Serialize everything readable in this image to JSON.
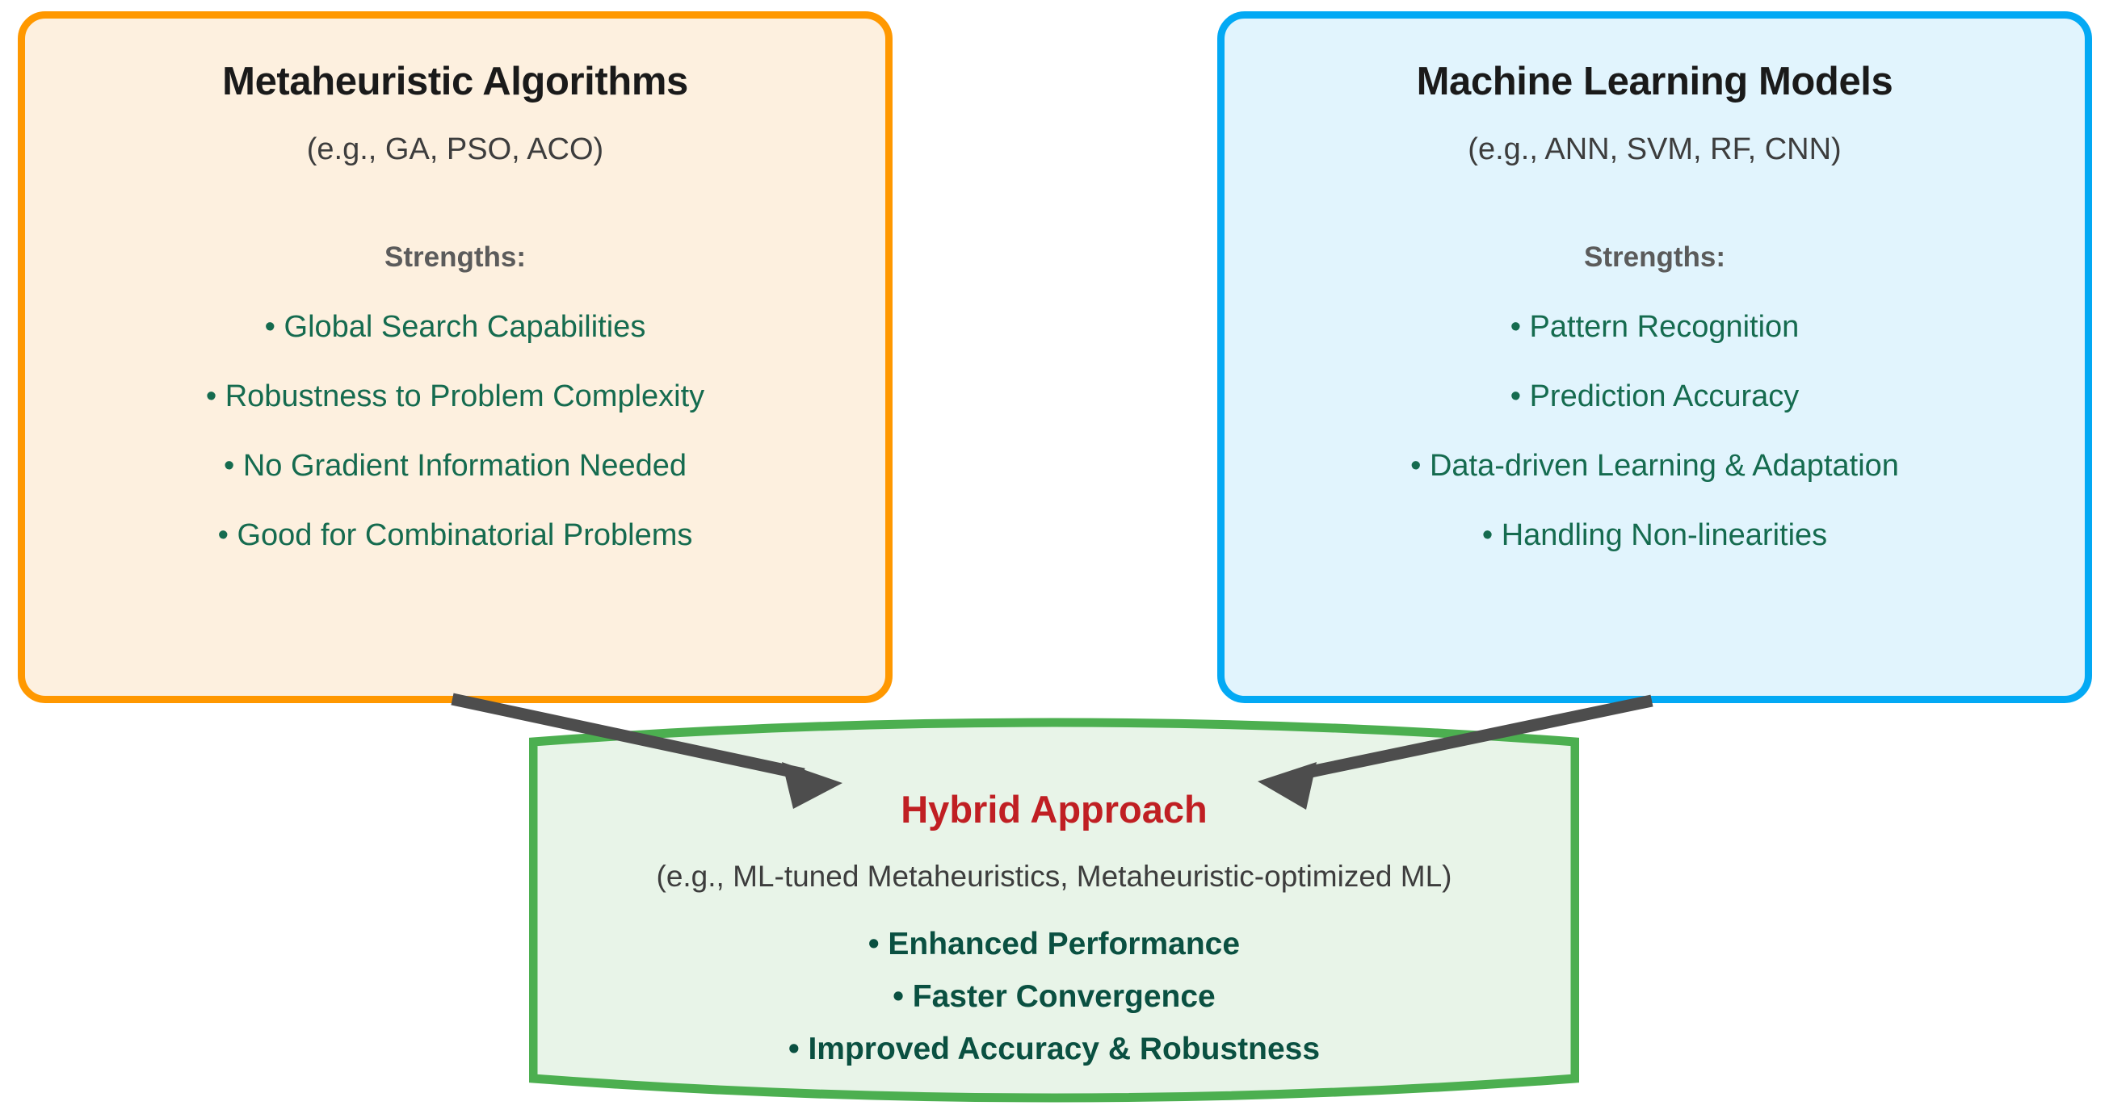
{
  "diagram": {
    "title_semantic": "Metaheuristic Algorithms and Machine Learning Models combined into a Hybrid Approach",
    "colors": {
      "metaheuristic_border": "#FF9800",
      "metaheuristic_fill": "#FDF0DF",
      "ml_border": "#03A9F4",
      "ml_fill": "#E1F4FD",
      "hybrid_border": "#4CAF50",
      "hybrid_fill": "#E8F4E8",
      "bullet_green": "#156B4F",
      "hybrid_bullet_green": "#0A5041",
      "hybrid_title_red": "#C01F23",
      "strengths_gray": "#5b5b5b",
      "arrow_gray": "#4D4D4D",
      "title_black": "#1a1a1a"
    }
  },
  "metaheuristic": {
    "title": "Metaheuristic Algorithms",
    "subtitle": "(e.g., GA, PSO, ACO)",
    "strengths_label": "Strengths:",
    "bullets": [
      "• Global Search Capabilities",
      "• Robustness to Problem Complexity",
      "• No Gradient Information Needed",
      "• Good for Combinatorial Problems"
    ]
  },
  "machine_learning": {
    "title": "Machine Learning Models",
    "subtitle": "(e.g., ANN, SVM, RF, CNN)",
    "strengths_label": "Strengths:",
    "bullets": [
      "• Pattern Recognition",
      "• Prediction Accuracy",
      "• Data-driven Learning & Adaptation",
      "• Handling Non-linearities"
    ]
  },
  "hybrid": {
    "title": "Hybrid Approach",
    "subtitle": "(e.g., ML-tuned Metaheuristics, Metaheuristic-optimized ML)",
    "bullets": [
      "• Enhanced Performance",
      "• Faster Convergence",
      "• Improved Accuracy & Robustness"
    ]
  },
  "connectors": [
    {
      "name": "metaheuristic-to-hybrid-arrow",
      "from": "Metaheuristic Algorithms",
      "to": "Hybrid Approach",
      "direction": "down-right"
    },
    {
      "name": "ml-to-hybrid-arrow",
      "from": "Machine Learning Models",
      "to": "Hybrid Approach",
      "direction": "down-left"
    }
  ]
}
